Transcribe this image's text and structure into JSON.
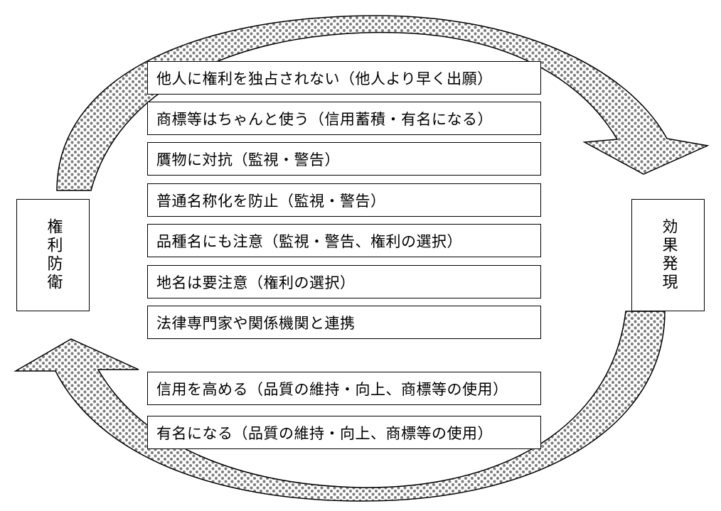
{
  "side_labels": {
    "left": "権利防衛",
    "right": "効果発現"
  },
  "upper_items": [
    "他人に権利を独占されない（他人より早く出願）",
    "商標等はちゃんと使う（信用蓄積・有名になる）",
    "贋物に対抗（監視・警告）",
    "普通名称化を防止（監視・警告）",
    "品種名にも注意（監視・警告、権利の選択）",
    "地名は要注意（権利の選択）",
    "法律専門家や関係機関と連携"
  ],
  "lower_items": [
    "信用を高める（品質の維持・向上、商標等の使用）",
    "有名になる（品質の維持・向上、商標等の使用）"
  ],
  "colors": {
    "stroke": "#000000",
    "fill": "#ffffff",
    "dot_pattern": "#777777"
  }
}
